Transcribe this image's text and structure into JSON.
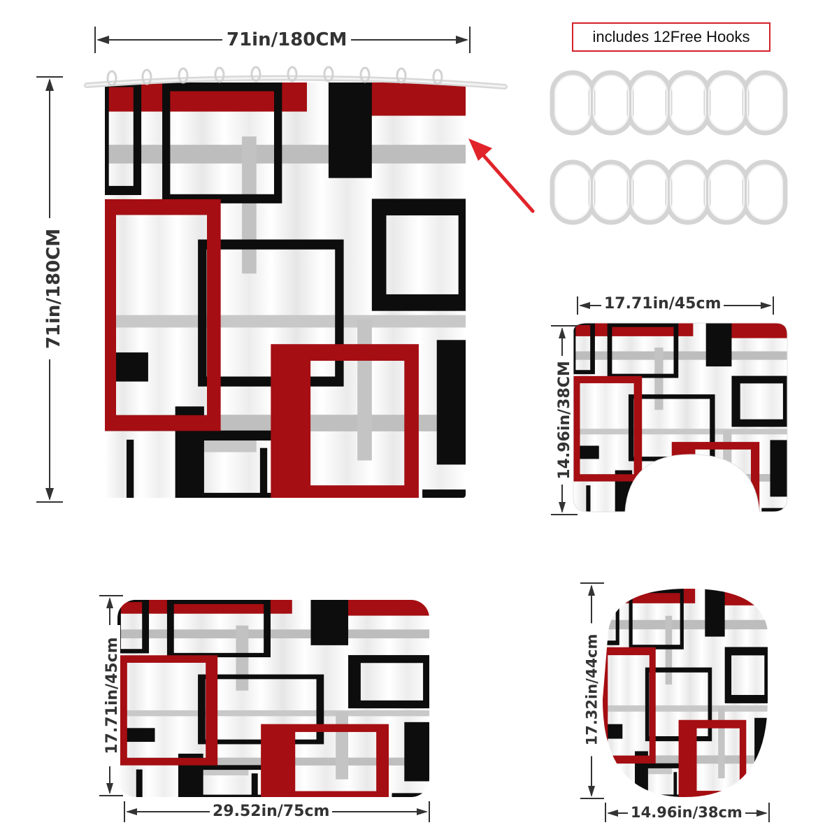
{
  "products": {
    "curtain": {
      "width_label": "71in/180CM",
      "height_label": "71in/180CM"
    },
    "hooks": {
      "label": "includes 12Free Hooks",
      "count": 12,
      "icon": "hook-ring-icon"
    },
    "contour_rug": {
      "width_label": "17.71in/45cm",
      "height_label": "14.96in/38CM"
    },
    "bath_mat": {
      "width_label": "29.52in/75cm",
      "height_label": "17.71in/45cm"
    },
    "lid_cover": {
      "width_label": "14.96in/38cm",
      "height_label": "17.32in/44cm"
    }
  },
  "colors": {
    "red": "#a50e12",
    "black": "#0d0d0d",
    "gray": "#b9b9b9",
    "white": "#f7f7f7",
    "arrow": "#e0242a"
  }
}
